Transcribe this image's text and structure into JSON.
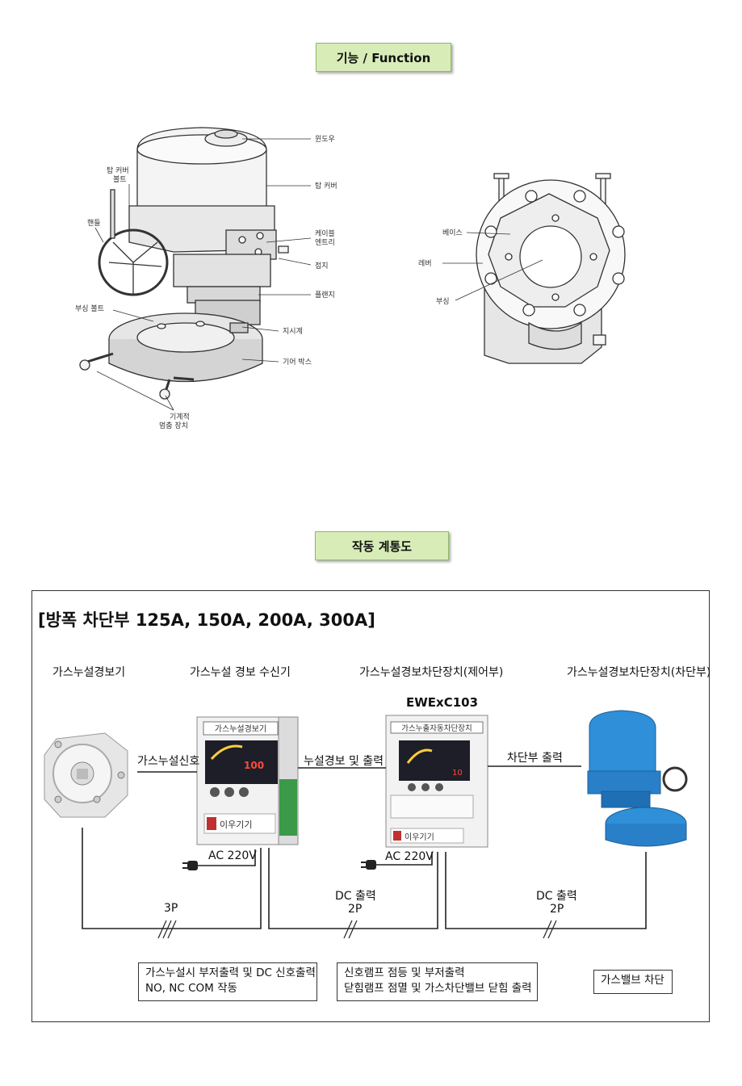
{
  "section_function": {
    "title": "기능 / Function"
  },
  "actuator_labels": {
    "window": "윈도우",
    "top_cover_bolt": [
      "탑 커버",
      "볼트"
    ],
    "top_cover": "탑 커버",
    "handle": "핸들",
    "cable_entry": [
      "케이블",
      "엔트리"
    ],
    "ground": "접지",
    "flange": "플랜지",
    "housing_bolt": "부싱 볼트",
    "indicator": "지시계",
    "gear_box": "기어 박스",
    "mech_stop": [
      "기계적",
      "멈춤 장치"
    ]
  },
  "base_labels": {
    "base": "베이스",
    "lever": "레버",
    "bushing": "부싱"
  },
  "section_wiring": {
    "title": "작동 계통도"
  },
  "wiring": {
    "heading": "[방폭 차단부 125A, 150A, 200A, 300A]",
    "devices": [
      {
        "caption": "가스누설경보기"
      },
      {
        "caption": "가스누설 경보 수신기",
        "panel_title": "가스누설경보기",
        "brand": "이우기기"
      },
      {
        "caption": "가스누설경보차단장치(제어부)",
        "model": "EWExC103",
        "panel_title": "가스누출자동차단장치",
        "brand": "이우기기"
      },
      {
        "caption": "가스누설경보차단장치(차단부)"
      }
    ],
    "links": {
      "signal": "가스누설신호",
      "alarm_output": "누설경보 및 출력",
      "shutoff_output": "차단부 출력"
    },
    "power": [
      "AC 220V",
      "AC 220V"
    ],
    "cables": [
      {
        "label": "3P"
      },
      {
        "label_top": "DC 출력",
        "label": "2P"
      },
      {
        "label_top": "DC 출력",
        "label": "2P"
      }
    ],
    "notes": [
      {
        "lines": [
          "가스누설시 부저출력 및 DC 신호출력",
          " NO, NC COM 작동"
        ]
      },
      {
        "lines": [
          "신호램프 점등 및 부저출력",
          "닫힘램프 점멸 및 가스차단밸브 닫힘 출력"
        ]
      },
      {
        "lines": [
          "가스밸브 차단"
        ]
      }
    ]
  }
}
